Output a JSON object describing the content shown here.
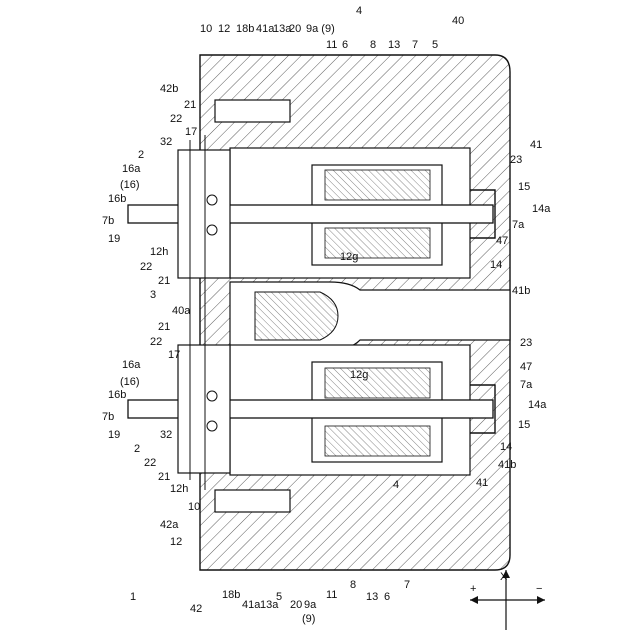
{
  "figure": {
    "ref_labels_top": [
      "10",
      "12",
      "18b",
      "41a",
      "13a",
      "20",
      "9a (9)",
      "11",
      "6",
      "8",
      "13",
      "7",
      "5",
      "40",
      "4"
    ],
    "ref_labels_bottom": [
      "12",
      "42a",
      "10",
      "12h",
      "21",
      "22",
      "2",
      "19",
      "7b",
      "16b",
      "16a",
      "(16)",
      "17",
      "22",
      "21",
      "40a",
      "3",
      "21",
      "22",
      "12g",
      "12h",
      "19",
      "7b",
      "16b",
      "16a",
      "(16)",
      "2",
      "32",
      "17",
      "22",
      "42b",
      "21"
    ],
    "ref_labels_right_upper": [
      "41",
      "23",
      "15",
      "14a",
      "7a",
      "47",
      "14",
      "41b"
    ],
    "ref_labels_right_lower": [
      "23",
      "47",
      "7a",
      "14a",
      "15",
      "14",
      "41b",
      "41"
    ],
    "ref_labels_bottom_row": [
      "42",
      "18b",
      "41a",
      "13a",
      "5",
      "20",
      "9a",
      "(9)",
      "11",
      "8",
      "13",
      "6",
      "7"
    ],
    "ref_labels_misc": [
      "32",
      "12g",
      "1",
      "4"
    ],
    "axis": {
      "x_label": "X",
      "y_plus": "+",
      "y_minus": "−"
    }
  }
}
